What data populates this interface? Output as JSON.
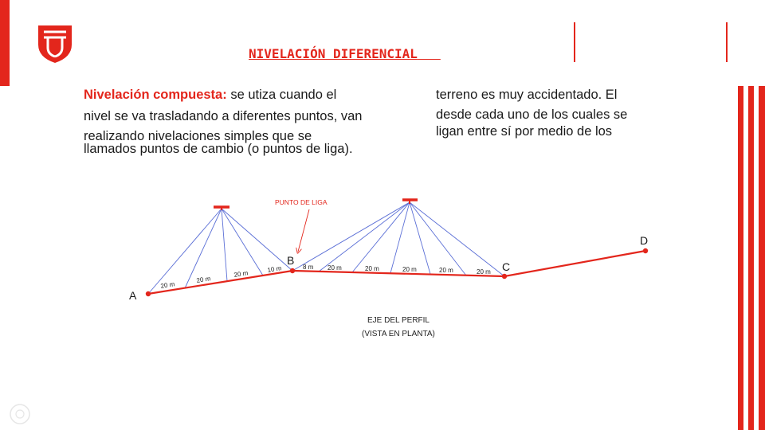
{
  "title": "NIVELACIÓN DIFERENCIAL",
  "title_trailing": "   ",
  "paragraph": {
    "term": "Nivelación compuesta:",
    "line1_rest": " se utiza cuando el",
    "line2": "nivel se va trasladando a diferentes puntos, van",
    "line3": "realizando nivelaciones simples que se",
    "line4": "llamados   puntos   de  cambio (o puntos      de  liga).",
    "col2_line1": "terreno es muy accidentado. El",
    "col2_line2": "desde cada uno de los cuales se",
    "col2_line3": "ligan  entre  sí  por  medio  de  los"
  },
  "diagram": {
    "callout": "PUNTO DE LIGA",
    "points": [
      "A",
      "B",
      "C",
      "D"
    ],
    "distances_left": [
      "20 m",
      "20 m",
      "20 m",
      "10 m"
    ],
    "distances_right": [
      "8 m",
      "20 m",
      "20 m",
      "20 m",
      "20 m",
      "20 m"
    ],
    "caption_line1": "EJE DEL PERFIL",
    "caption_line2": "(VISTA EN PLANTA)"
  },
  "colors": {
    "accent": "#e3261c",
    "sight_lines": "#5b6fd6",
    "text": "#1a1a1a"
  },
  "icons": [
    "university-logo-icon",
    "watermark-icon",
    "instrument-icon"
  ]
}
